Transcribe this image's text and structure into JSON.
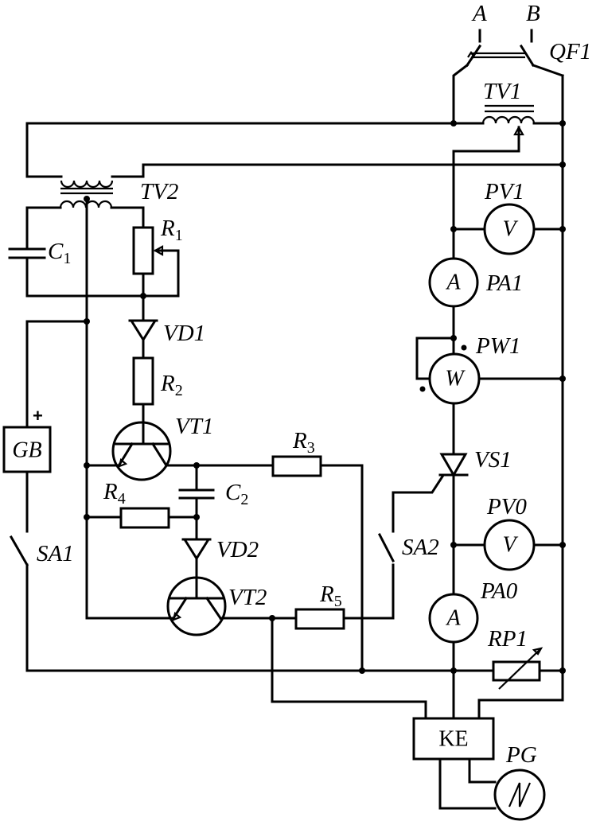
{
  "terminals": {
    "a": "A",
    "b": "B"
  },
  "breaker": "QF1",
  "transformers": {
    "tv1": "TV1",
    "tv2": "TV2"
  },
  "meters": {
    "pv1": "PV1",
    "pa1": "PA1",
    "pw1": "PW1",
    "pv0": "PV0",
    "pa0": "PA0",
    "pg": "PG",
    "v_symbol": "V",
    "a_symbol": "A",
    "w_symbol": "W"
  },
  "capacitors": {
    "c1": {
      "name": "C",
      "sub": "1"
    },
    "c2": {
      "name": "C",
      "sub": "2"
    }
  },
  "resistors": {
    "r1": {
      "name": "R",
      "sub": "1"
    },
    "r2": {
      "name": "R",
      "sub": "2"
    },
    "r3": {
      "name": "R",
      "sub": "3"
    },
    "r4": {
      "name": "R",
      "sub": "4"
    },
    "r5": {
      "name": "R",
      "sub": "5"
    }
  },
  "diodes": {
    "vd1": "VD1",
    "vd2": "VD2"
  },
  "transistors": {
    "vt1": "VT1",
    "vt2": "VT2"
  },
  "thyristor": "VS1",
  "rheostat": "RP1",
  "switches": {
    "sa1": "SA1",
    "sa2": "SA2"
  },
  "battery": {
    "name": "GB",
    "polarity": "+"
  },
  "controller": "KE"
}
